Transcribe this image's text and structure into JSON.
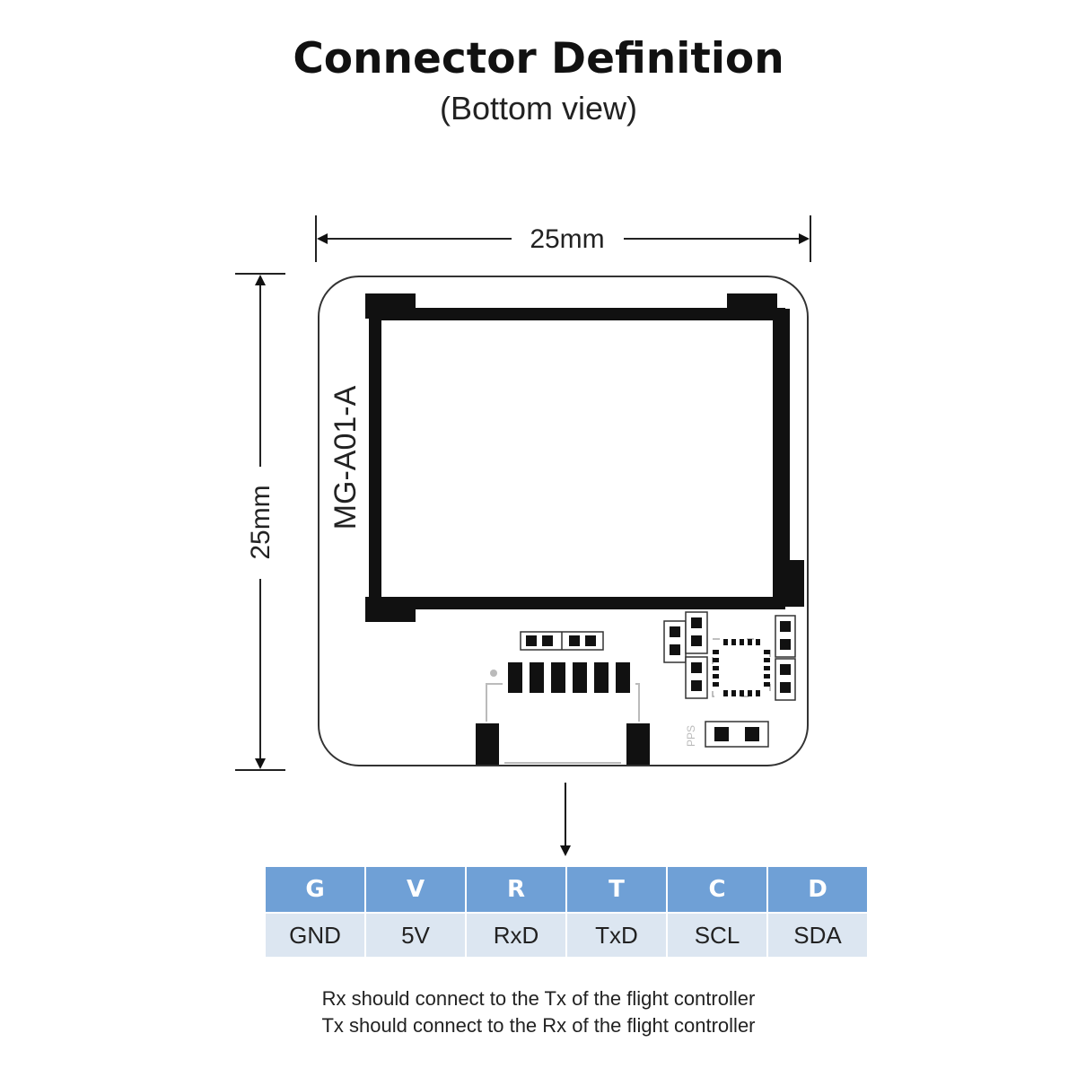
{
  "title": "Connector Definition",
  "subtitle": "(Bottom view)",
  "dimensions": {
    "width_label": "25mm",
    "height_label": "25mm"
  },
  "module": {
    "model": "MG-A01-A",
    "pps_label": "PPS"
  },
  "pinout": {
    "codes": [
      "G",
      "V",
      "R",
      "T",
      "C",
      "D"
    ],
    "names": [
      "GND",
      "5V",
      "RxD",
      "TxD",
      "SCL",
      "SDA"
    ]
  },
  "notes": [
    "Rx should connect to the Tx of the flight controller",
    "Tx should connect to the Rx of the flight controller"
  ],
  "colors": {
    "header_blue": "#6fa0d6",
    "row_light": "#dce6f1"
  }
}
